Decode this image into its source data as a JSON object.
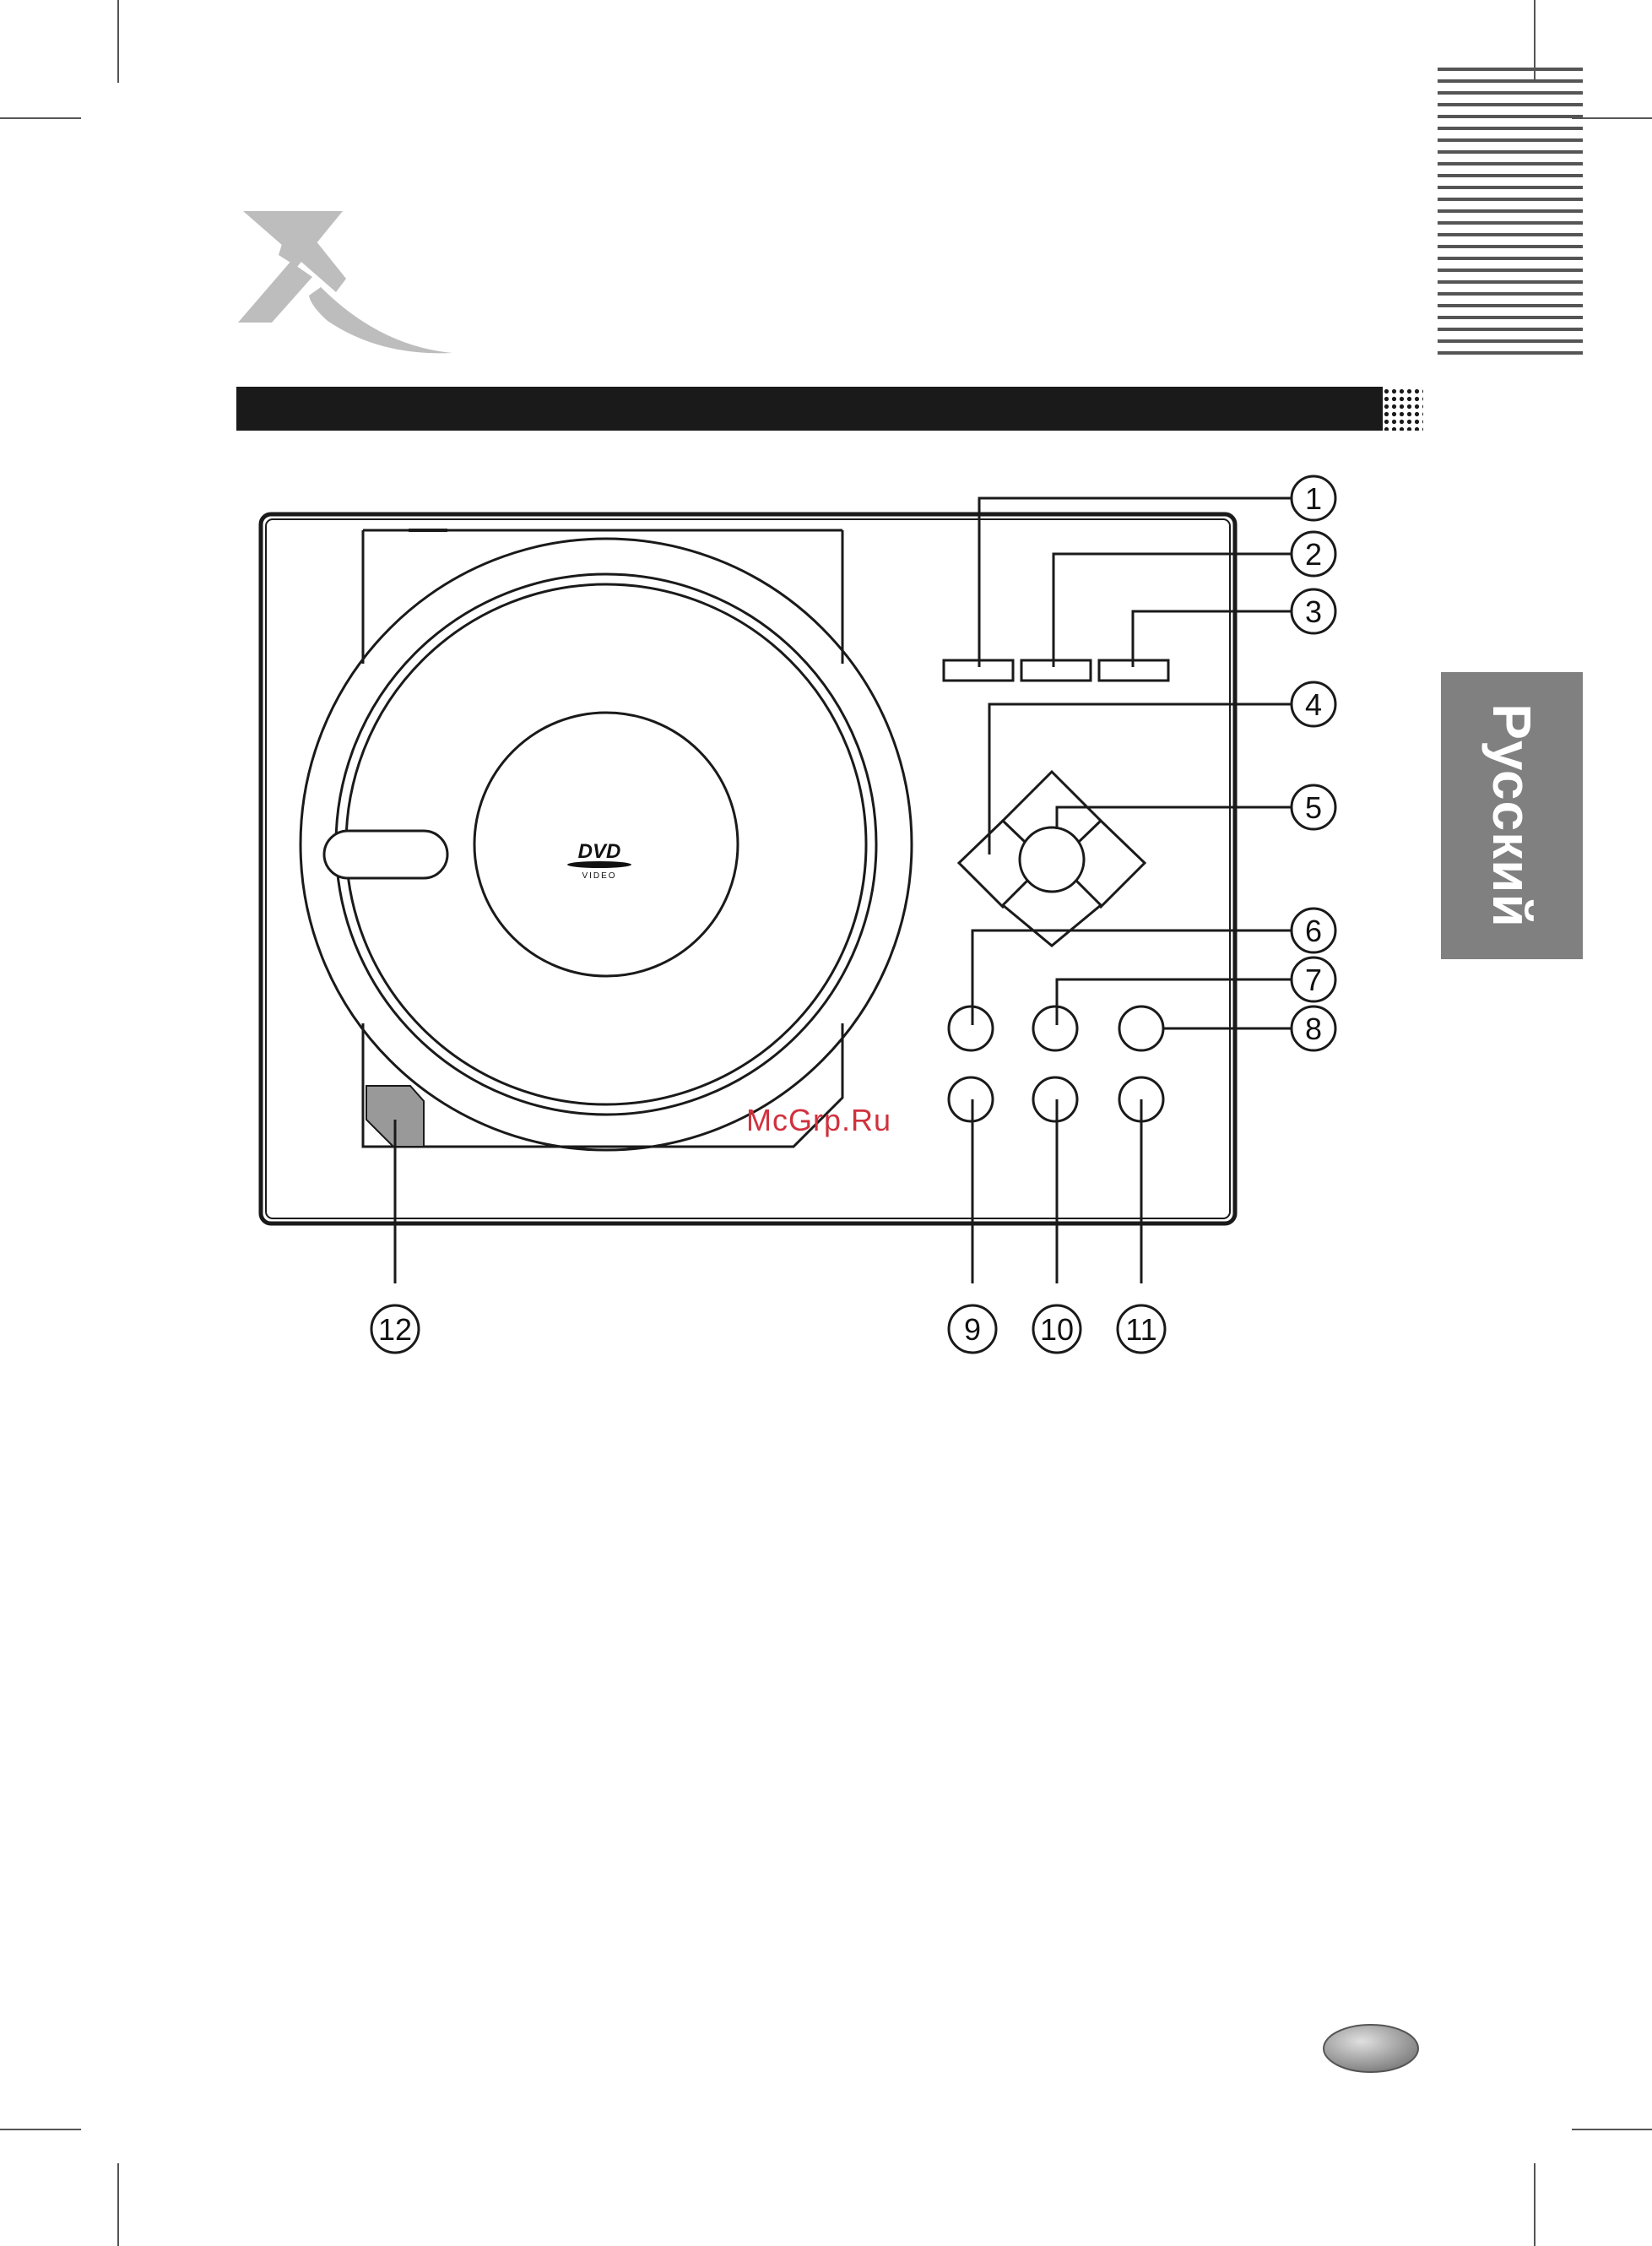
{
  "language_tab": "Русский",
  "watermark": "McGrp.Ru",
  "disc_logo": {
    "main": "DVD",
    "sub": "VIDEO"
  },
  "callouts": [
    "1",
    "2",
    "3",
    "4",
    "5",
    "6",
    "7",
    "8",
    "9",
    "10",
    "11",
    "12"
  ],
  "colors": {
    "brand_logo": "#bdbdbd",
    "header_bar": "#1a1a1a",
    "language_tab": "#808080",
    "watermark": "#d0313d",
    "page_badge": "#a9a9a9"
  },
  "icons": [
    "brand-x-logo-icon",
    "dvd-video-logo-icon"
  ]
}
